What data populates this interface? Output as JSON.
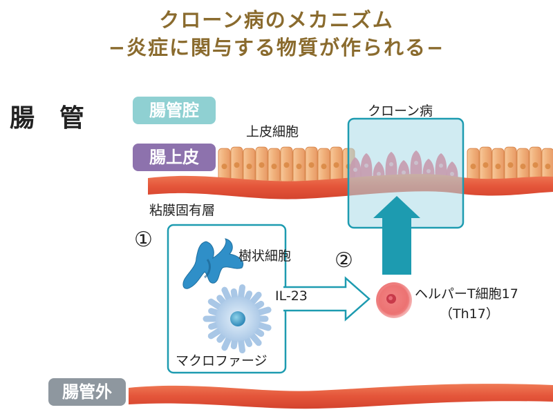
{
  "title": {
    "line1": "クローン病のメカニズム",
    "line2": "−炎症に関与する物質が作られる−"
  },
  "labels": {
    "intestine": "腸　管",
    "lumen_tag": "腸管腔",
    "epithelium_tag": "腸上皮",
    "outside_tag": "腸管外",
    "epithelial_cells": "上皮細胞",
    "crohns": "クローン病",
    "lamina_propria": "粘膜固有層",
    "step1": "①",
    "step2": "②",
    "dendritic_cell": "樹状細胞",
    "macrophage": "マクロファージ",
    "il23": "IL-23",
    "th17_line1": "ヘルパーT細胞17",
    "th17_line2": "（Th17）"
  },
  "colors": {
    "title": "#8a6b2e",
    "lumen_tag": "#8fd0d2",
    "epithelium_tag": "#8d72ad",
    "outside_tag": "#8e979f",
    "teal": "#1d9bb0",
    "muscle": "#e45a3a",
    "epithelial_cell": "#f2b27b",
    "inflamed": "#e9506a"
  }
}
